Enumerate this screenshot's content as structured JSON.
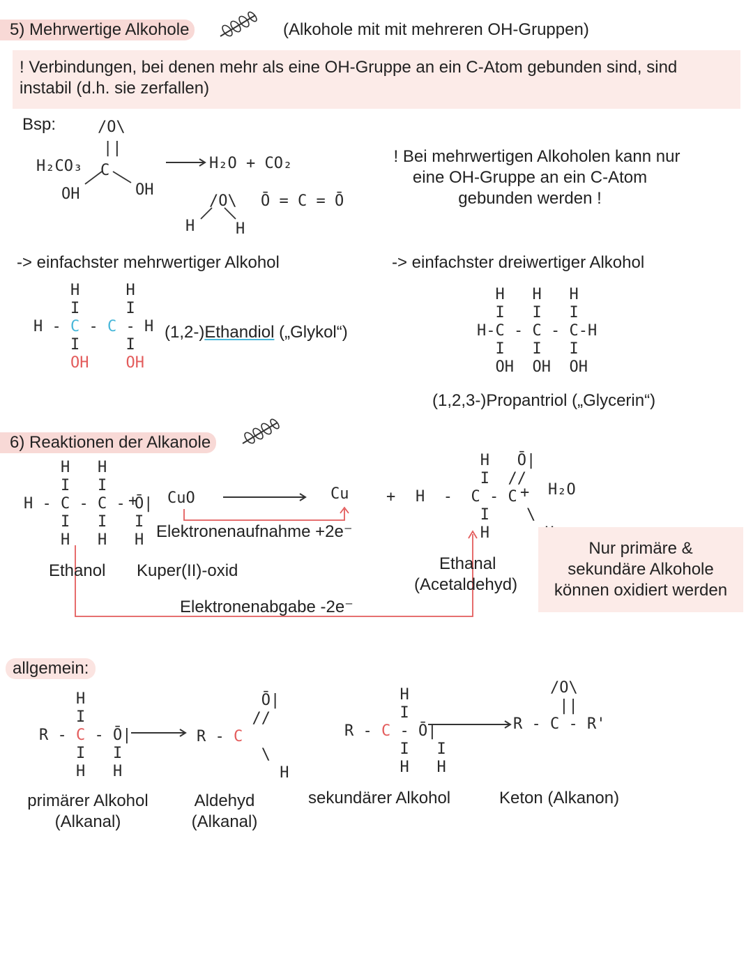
{
  "section5": {
    "heading": "5) Mehrwertige Alkohole",
    "subheading": "(Alkohole mit mit mehreren OH-Gruppen)",
    "note": "! Verbindungen, bei denen mehr als eine OH-Gruppe an ein C-Atom gebunden sind, sind instabil (d.h. sie zerfallen)",
    "bsp": "Bsp:",
    "h2co3": "H₂CO₃",
    "products": "H₂O + CO₂",
    "co2_lewis": "Ō = C = Ō",
    "rule_line1": "! Bei mehrwertigen Alkoholen kann nur",
    "rule_line2": "eine OH-Gruppe an ein C-Atom",
    "rule_line3": "gebunden werden !",
    "simplest_poly": "-> einfachster mehrwertiger Alkohol",
    "simplest_tri": "-> einfachster dreiwertiger Alkohol",
    "glycol_prefix": "(1,2-)",
    "glycol_name": "Ethandiol",
    "glycol_suffix": " („Glykol“)",
    "glycerin": "(1,2,3-)Propantriol („Glycerin“)"
  },
  "section6": {
    "heading": "6) Reaktionen der Alkanole",
    "cuo": "CuO",
    "cu": "Cu",
    "h2o": "H₂O",
    "plus": "+",
    "e_in": "Elektronenaufnahme +2e⁻",
    "ethanol": "Ethanol",
    "kupferoxid": "Kuper(II)-oxid",
    "ethanal": "Ethanal",
    "acetaldehyd": "(Acetaldehyd)",
    "e_out": "Elektronenabgabe -2e⁻",
    "box_line1": "Nur primäre &",
    "box_line2": "sekundäre Alkohole",
    "box_line3": "können oxidiert werden"
  },
  "general": {
    "heading": "allgemein:",
    "primary": "primärer Alkohol",
    "primary_sub": "(Alkanal)",
    "aldehyd": "Aldehyd",
    "aldehyd_sub": "(Alkanal)",
    "secondary": "sekundärer Alkohol",
    "keton": "Keton (Alkanon)"
  },
  "colors": {
    "highlight": "#f8d9d6",
    "red_accent": "#e35c5c",
    "blue_accent": "#48b7d9"
  }
}
